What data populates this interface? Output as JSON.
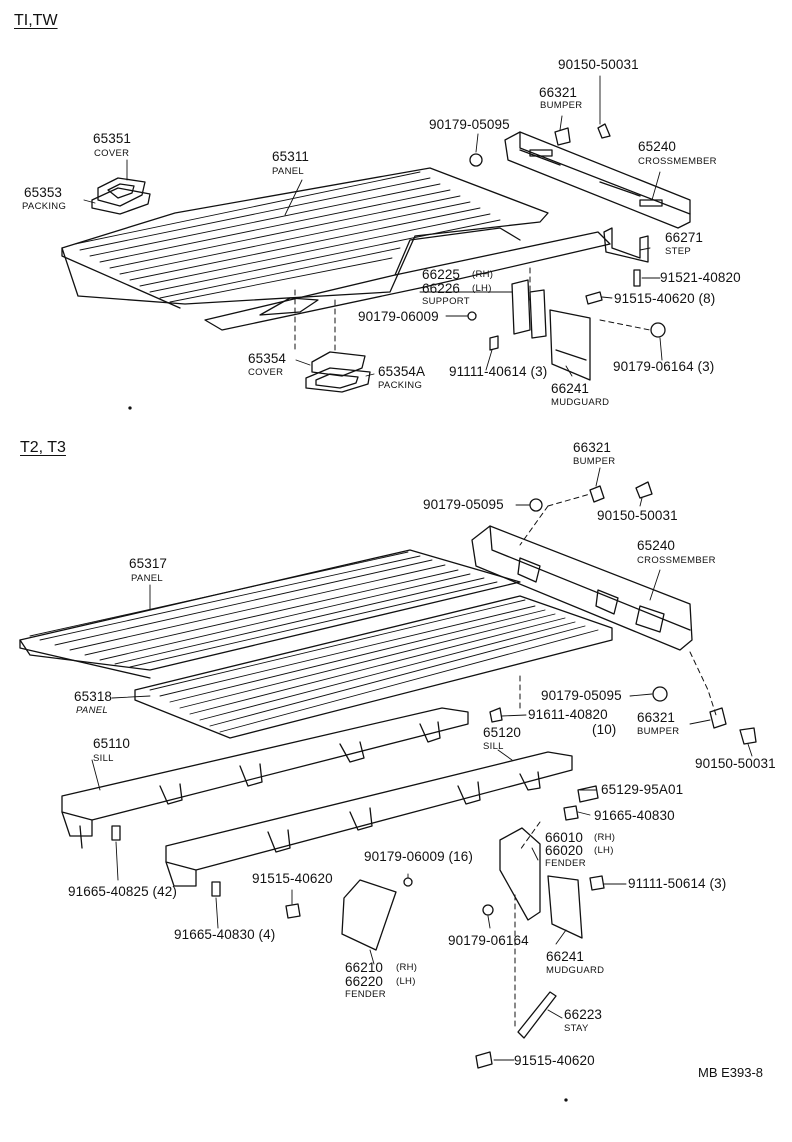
{
  "sections": {
    "top": "TI,TW",
    "bottom": "T2, T3"
  },
  "ref": "MB  E393-8",
  "top": {
    "p65351": {
      "num": "65351",
      "name": "COVER"
    },
    "p65353": {
      "num": "65353",
      "name": "PACKING"
    },
    "p65311": {
      "num": "65311",
      "name": "PANEL"
    },
    "p90179a": "90179-05095",
    "p66321": {
      "num": "66321",
      "name": "BUMPER"
    },
    "p90150": "90150-50031",
    "p65240": {
      "num": "65240",
      "name": "CROSSMEMBER"
    },
    "p66271": {
      "num": "66271",
      "name": "STEP"
    },
    "p91521": "91521-40820",
    "p66225": {
      "num": "66225",
      "side": "(RH)"
    },
    "p66226": {
      "num": "66226",
      "side": "(LH)",
      "name": "SUPPORT"
    },
    "p91515": "91515-40620 (8)",
    "p90179b": "90179-06009",
    "p65354": {
      "num": "65354",
      "name": "COVER"
    },
    "p65354A": {
      "num": "65354A",
      "name": "PACKING"
    },
    "p91111": "91111-40614 (3)",
    "p90179c": "90179-06164 (3)",
    "p66241": {
      "num": "66241",
      "name": "MUDGUARD"
    }
  },
  "bottom": {
    "p66321a": {
      "num": "66321",
      "name": "BUMPER"
    },
    "p90179a": "90179-05095",
    "p90150a": "90150-50031",
    "p65317": {
      "num": "65317",
      "name": "PANEL"
    },
    "p65240": {
      "num": "65240",
      "name": "CROSSMEMBER"
    },
    "p90179b": "90179-05095",
    "p66321b": {
      "num": "66321",
      "name": "BUMPER"
    },
    "p90150b": "90150-50031",
    "p65318": {
      "num": "65318",
      "name": "PANEL"
    },
    "p91611": {
      "num": "91611-40820",
      "qty": "(10)"
    },
    "p65110": {
      "num": "65110",
      "name": "SILL"
    },
    "p65120": {
      "num": "65120",
      "name": "SILL"
    },
    "p65129": "65129-95A01",
    "p91665a": "91665-40830",
    "p66010": {
      "num": "66010",
      "side": "(RH)"
    },
    "p66020": {
      "num": "66020",
      "side": "(LH)",
      "name": "FENDER"
    },
    "p90179c": "90179-06009 (16)",
    "p91111": "91111-50614 (3)",
    "p91665b": "91665-40825 (42)",
    "p91515a": "91515-40620",
    "p91665c": "91665-40830 (4)",
    "p90179d": "90179-06164",
    "p66241": {
      "num": "66241",
      "name": "MUDGUARD"
    },
    "p66210": {
      "num": "66210",
      "side": "(RH)"
    },
    "p66220": {
      "num": "66220",
      "side": "(LH)",
      "name": "FENDER"
    },
    "p66223": {
      "num": "66223",
      "name": "STAY"
    },
    "p91515b": "91515-40620"
  }
}
